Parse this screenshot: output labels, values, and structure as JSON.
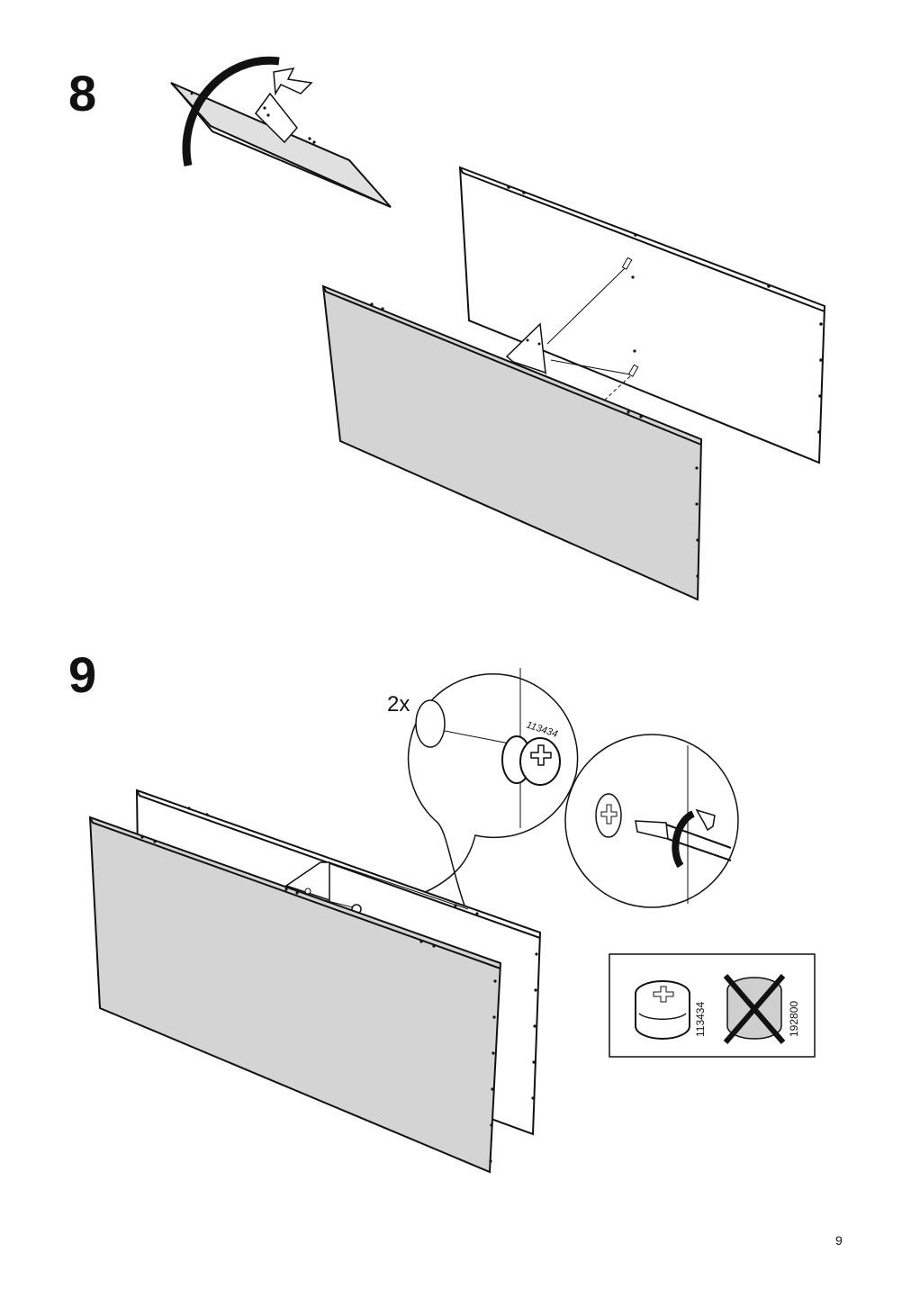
{
  "steps": [
    {
      "number": "8"
    },
    {
      "number": "9",
      "quantity": "2x",
      "part_code": "113434"
    }
  ],
  "compare_box": {
    "correct_part": "113434",
    "wrong_part": "192800"
  },
  "page_number": "9",
  "icons": [
    "rotate-arrow-icon",
    "screwdriver-icon",
    "cam-lock-icon",
    "cross-out-icon"
  ]
}
